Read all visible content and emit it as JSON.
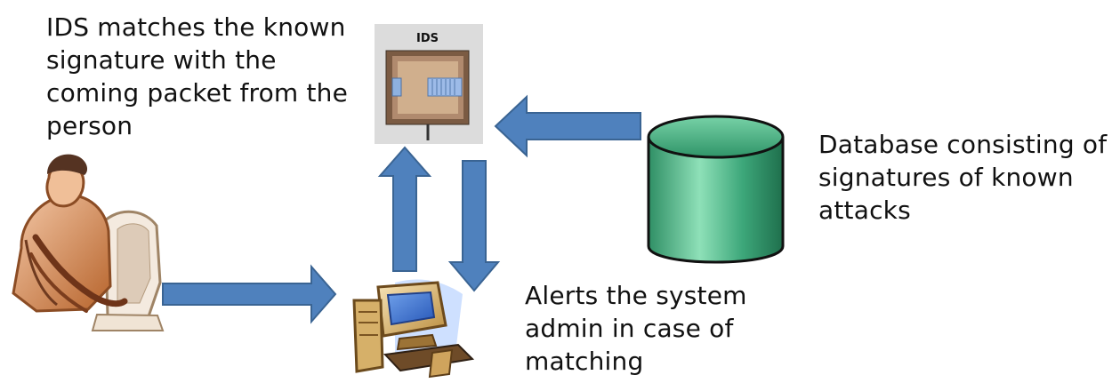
{
  "ids_caption": {
    "lines": [
      "IDS matches the known",
      "signature with the",
      "coming packet from the",
      "person"
    ]
  },
  "ids_box": {
    "label": "IDS"
  },
  "database_caption": {
    "lines": [
      "Database consisting of",
      "signatures of known",
      "attacks"
    ]
  },
  "alert_caption": {
    "lines": [
      "Alerts the system",
      "admin in case of",
      "matching"
    ]
  },
  "icons": {
    "person": "person-at-computer-icon",
    "ids": "ids-device-icon",
    "database": "database-cylinder-icon",
    "computer": "admin-computer-icon"
  },
  "colors": {
    "arrow_fill": "#4f81bd",
    "arrow_stroke": "#3a6493",
    "database_fill": "#3ca37a",
    "ids_panel": "#dcdcdc",
    "ids_case": "#b08a6e"
  }
}
